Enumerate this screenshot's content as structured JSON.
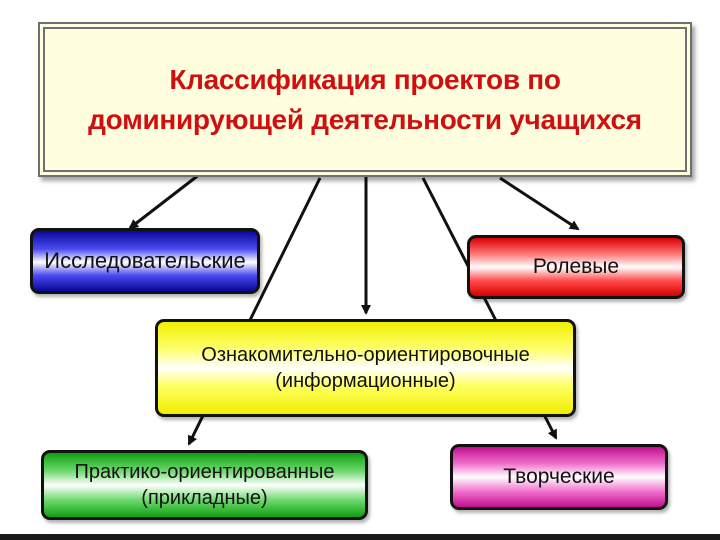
{
  "title": "Классификация проектов по\nдоминирующей деятельности учащихся",
  "nodes": {
    "research": "Исследовательские",
    "role": "Ролевые",
    "info": "Ознакомительно-ориентировочные\n(информационные)",
    "practice": "Практико-ориентированные\n(прикладные)",
    "creative": "Творческие"
  },
  "colors": {
    "title_text": "#d01010",
    "title_bg": "#ffffe0",
    "research": "#2020d0",
    "role": "#ff2020",
    "info": "#ffff00",
    "practice": "#20b020",
    "creative": "#e020b0"
  }
}
